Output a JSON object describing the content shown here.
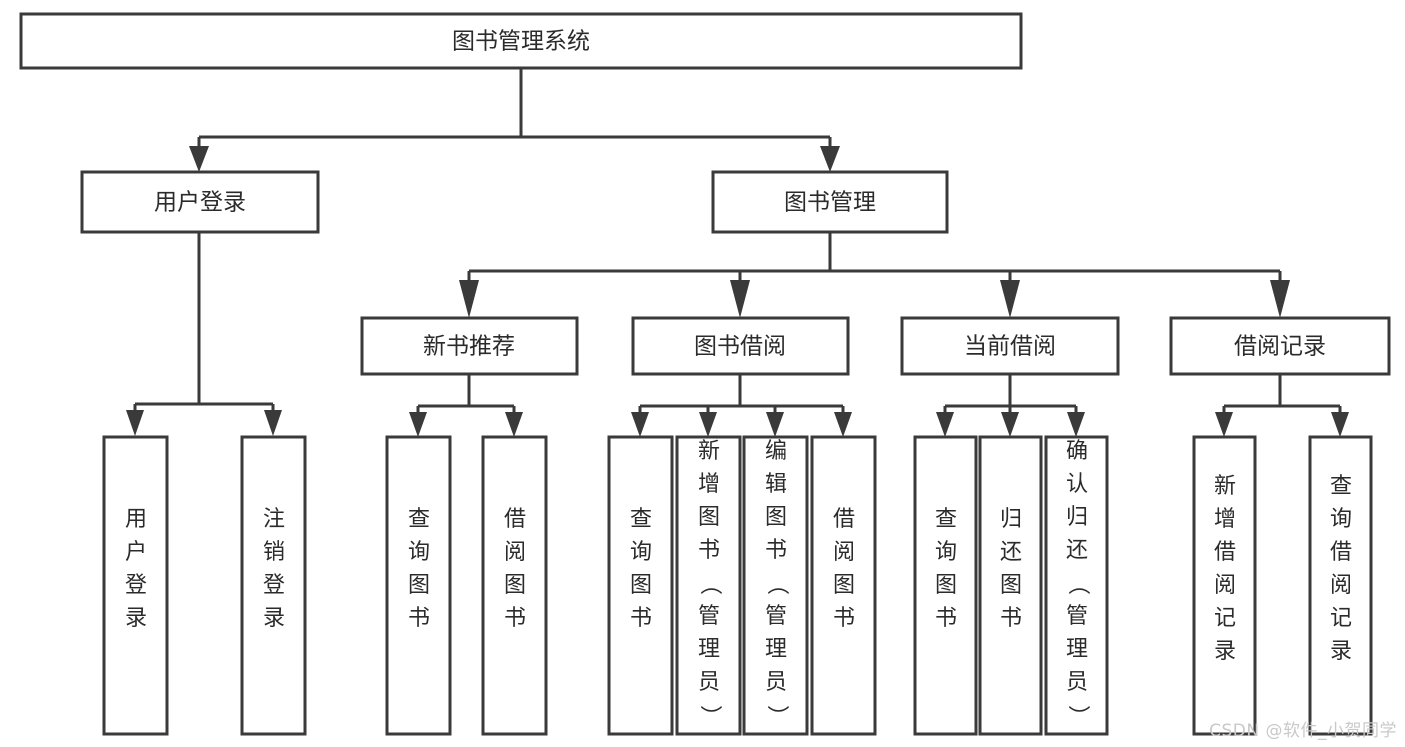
{
  "diagram": {
    "title": "图书管理系统",
    "type": "tree-hierarchy-chart",
    "background_color": "#ffffff",
    "line_color": "#3a3a3a",
    "text_color": "#2b2b2b",
    "levels": {
      "root": {
        "label": "图书管理系统"
      },
      "level2": [
        {
          "label": "用户登录"
        },
        {
          "label": "图书管理"
        }
      ],
      "level3": [
        {
          "label": "新书推荐"
        },
        {
          "label": "图书借阅"
        },
        {
          "label": "当前借阅"
        },
        {
          "label": "借阅记录"
        }
      ],
      "leaves": {
        "under_user_login": [
          {
            "label": "用户登录"
          },
          {
            "label": "注销登录"
          }
        ],
        "under_new_book_recommend": [
          {
            "label": "查询图书"
          },
          {
            "label": "借阅图书"
          }
        ],
        "under_book_borrow": [
          {
            "label": "查询图书"
          },
          {
            "label": "新增图书（管理员）"
          },
          {
            "label": "编辑图书（管理员）"
          },
          {
            "label": "借阅图书"
          }
        ],
        "under_current_borrow": [
          {
            "label": "查询图书"
          },
          {
            "label": "归还图书"
          },
          {
            "label": "确认归还（管理员）"
          }
        ],
        "under_borrow_record": [
          {
            "label": "新增借阅记录"
          },
          {
            "label": "查询借阅记录"
          }
        ]
      }
    }
  },
  "watermark": {
    "text": "CSDN @软件_小贺同学"
  }
}
